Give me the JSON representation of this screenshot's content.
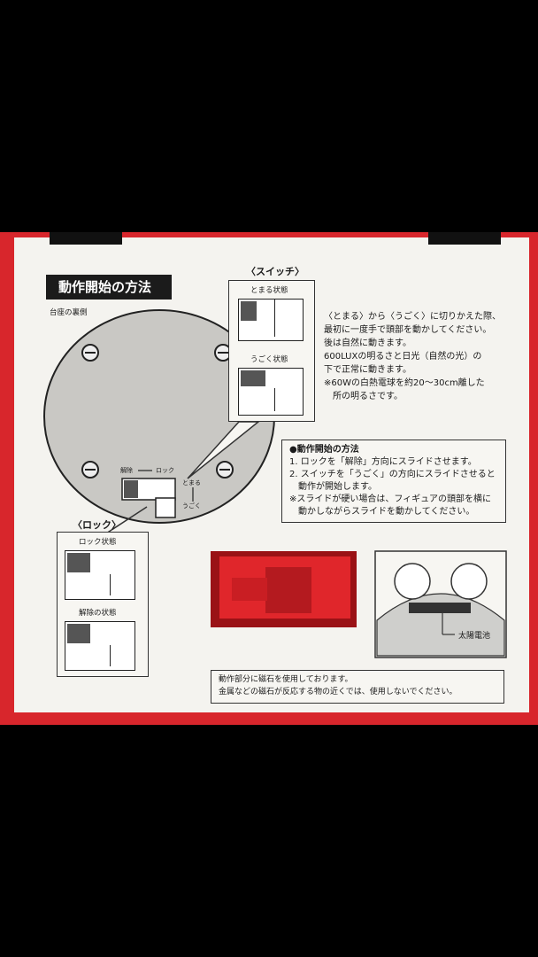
{
  "header": {
    "title": "動作開始の方法",
    "base_label": "台座の裏側"
  },
  "switch_panel": {
    "heading": "〈スイッチ〉",
    "stopped_label": "とまる状態",
    "moving_label": "うごく状態"
  },
  "base_slider": {
    "release_label": "解除",
    "lock_label": "ロック",
    "stop_label": "とまる",
    "move_label": "うごく"
  },
  "lock_panel": {
    "heading": "〈ロック〉",
    "locked_label": "ロック状態",
    "released_label": "解除の状態"
  },
  "intro_text": [
    "〈とまる〉から〈うごく〉に切りかえた際、",
    "最初に一度手で頭部を動かしてください。",
    "後は自然に動きます。",
    "600LUXの明るさと日光（自然の光）の",
    "下で正常に動きます。",
    "※60Wの白熱電球を約20～30cm離した",
    "　所の明るさです。"
  ],
  "method_box": {
    "heading": "●動作開始の方法",
    "lines": [
      "1. ロックを「解除」方向にスライドさせます。",
      "2. スイッチを「うごく」の方向にスライドさせると",
      "　動作が開始します。",
      "※スライドが硬い場合は、フィギュアの頭部を横に",
      "　動かしながらスライドを動かしてください。"
    ]
  },
  "solar_label": "太陽電池",
  "magnet_notice": [
    "動作部分に磁石を使用しております。",
    "金属などの磁石が反応する物の近くでは、使用しないでください。"
  ]
}
